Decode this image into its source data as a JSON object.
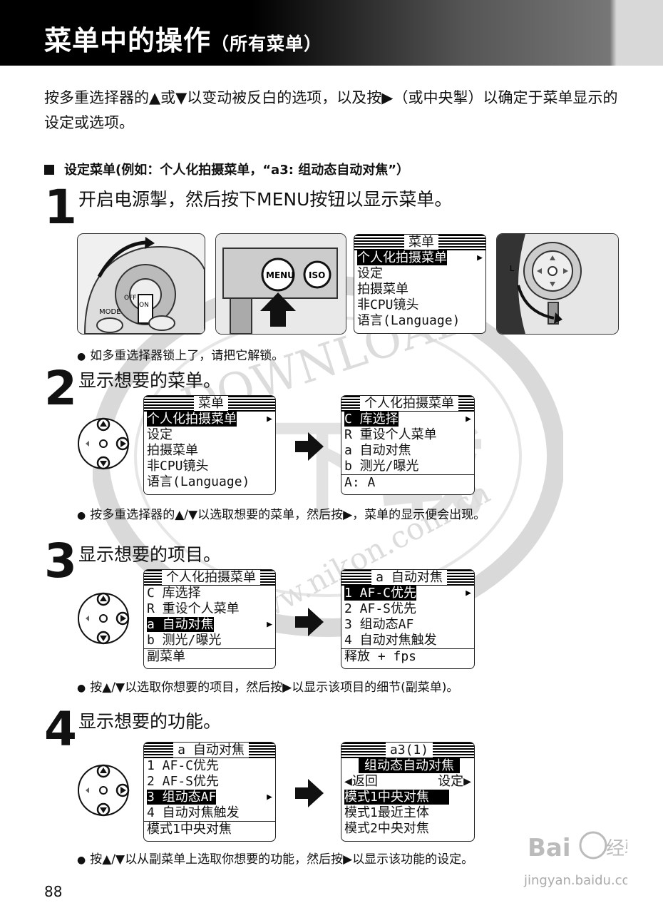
{
  "header": {
    "title": "菜单中的操作",
    "subtitle": "（所有菜单）"
  },
  "intro": "按多重选择器的▲或▼以变动被反白的选项，以及按▶（或中央掣）以确定于菜单显示的设定或选项。",
  "section": "设定菜单(例如：个人化拍摄菜单，“a3: 组动态自动对焦”）",
  "steps": [
    {
      "num": "1",
      "title": "开启电源掣，然后按下MENU按钮以显示菜单。",
      "note": "如多重选择器锁上了，请把它解锁。"
    },
    {
      "num": "2",
      "title": "显示想要的菜单。",
      "note": "按多重选择器的▲/▼以选取想要的菜单，然后按▶，菜单的显示便会出现。"
    },
    {
      "num": "3",
      "title": "显示想要的项目。",
      "note": "按▲/▼以选取你想要的项目，然后按▶以显示该项目的细节(副菜单)。"
    },
    {
      "num": "4",
      "title": "显示想要的功能。",
      "note": "按▲/▼以从副菜单上选取你想要的功能，然后按▶以显示该功能的设定。"
    }
  ],
  "camera_labels": {
    "mode": "MODE",
    "off": "OFF",
    "on": "ON",
    "menu": "MENU",
    "iso": "ISO",
    "l": "L"
  },
  "lcd_main": {
    "title": "菜单",
    "items": [
      "个人化拍摄菜单",
      "设定",
      "拍摄菜单",
      "非CPU镜头",
      "语言(Language)"
    ]
  },
  "lcd_custom": {
    "title": "个人化拍摄菜单",
    "items": [
      "C 库选择",
      "R 重设个人菜单",
      "a 自动对焦",
      "b 测光/曝光"
    ],
    "footer": "A:     A",
    "footer3": "副菜单"
  },
  "lcd_af": {
    "title": "a 自动对焦",
    "items": [
      "1 AF-C优先",
      "2 AF-S优先",
      "3 组动态AF",
      "4 自动对焦触发"
    ],
    "footer": "释放 + fps",
    "footer4": "模式1中央对焦"
  },
  "lcd_a3": {
    "title": "a3(1)",
    "subtitle": "组动态自动对焦",
    "back": "◀返回",
    "set": "设定▶",
    "items": [
      "模式1中央对焦",
      "模式1最近主体",
      "模式2中央对焦"
    ]
  },
  "watermark": {
    "text1": "DOWNLOAD",
    "text2": "下载",
    "text3": "www.nikon.com.cn"
  },
  "footer": {
    "page": "88",
    "logo": "Bai",
    "logo2": "经验",
    "url": "jingyan.baidu.com"
  },
  "colors": {
    "header_dark": "#000000",
    "accent": "#000000"
  }
}
